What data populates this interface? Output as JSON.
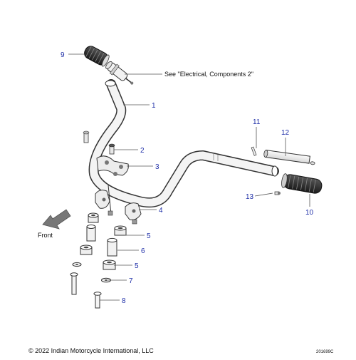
{
  "diagram": {
    "callouts": [
      {
        "id": "1",
        "label": "1"
      },
      {
        "id": "2",
        "label": "2"
      },
      {
        "id": "3",
        "label": "3"
      },
      {
        "id": "4",
        "label": "4"
      },
      {
        "id": "5a",
        "label": "5"
      },
      {
        "id": "5b",
        "label": "5"
      },
      {
        "id": "6",
        "label": "6"
      },
      {
        "id": "7",
        "label": "7"
      },
      {
        "id": "8",
        "label": "8"
      },
      {
        "id": "9",
        "label": "9"
      },
      {
        "id": "10",
        "label": "10"
      },
      {
        "id": "11",
        "label": "11"
      },
      {
        "id": "12",
        "label": "12"
      },
      {
        "id": "13",
        "label": "13"
      }
    ],
    "note": "See \"Electrical, Components 2\"",
    "direction_label": "Front",
    "copyright": "© 2022 Indian Motorcycle International, LLC",
    "figure_id": "201699C",
    "callout_color": "#1f2fa8",
    "line_color": "#555555"
  }
}
